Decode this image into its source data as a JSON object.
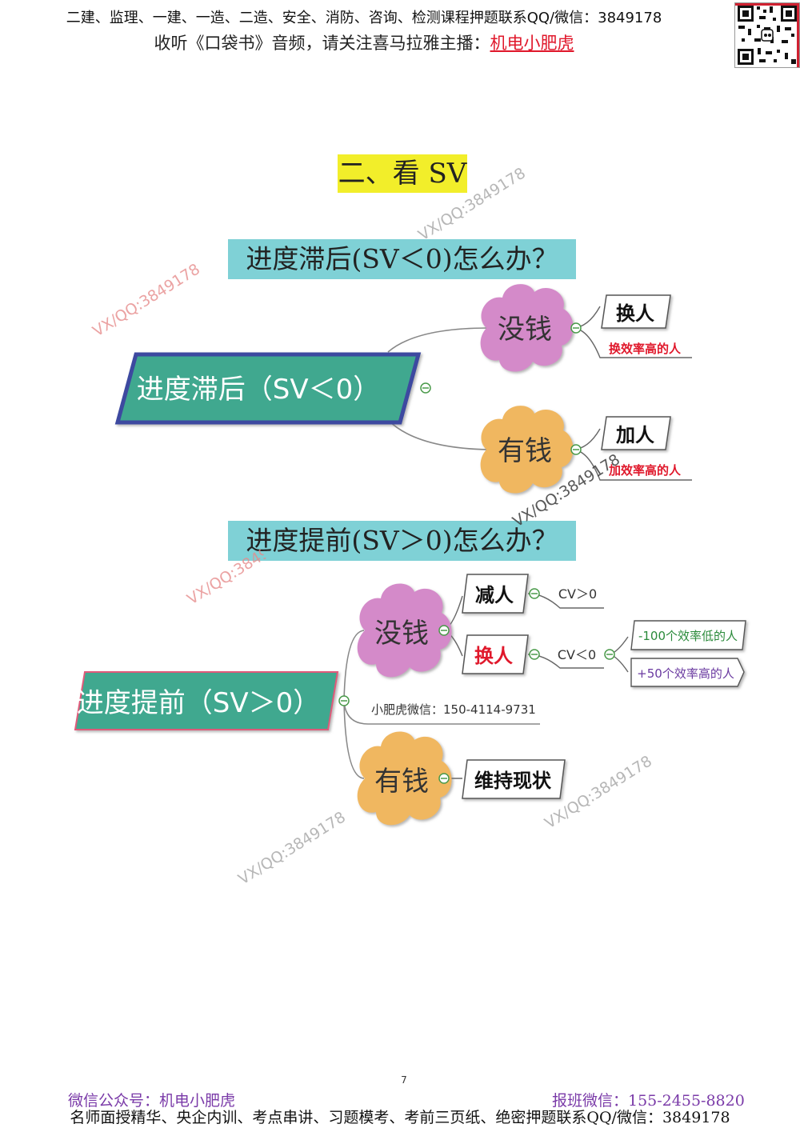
{
  "header": {
    "line1": "二建、监理、一建、一造、二造、安全、消防、咨询、检测课程押题联系QQ/微信：3849178",
    "line2_prefix": "收听《口袋书》音频，请关注喜马拉雅主播：",
    "line2_link": "机电小肥虎"
  },
  "section_title": "二、看 SV",
  "question1": "进度滞后(SV＜0)怎么办？",
  "question2": "进度提前(SV＞0)怎么办？",
  "map1": {
    "root": "进度滞后（SV＜0）",
    "no_money": "没钱",
    "has_money": "有钱",
    "swap": "换人",
    "swap_note": "换效率高的人",
    "add": "加人",
    "add_note": "加效率高的人"
  },
  "map2": {
    "root": "进度提前（SV＞0）",
    "no_money": "没钱",
    "has_money": "有钱",
    "reduce": "减人",
    "reduce_note": "CV＞0",
    "swap": "换人",
    "swap_note": "CV＜0",
    "minus": "-100个效率低的人",
    "plus": "+50个效率高的人",
    "wechat": "小肥虎微信：150-4114-9731",
    "keep": "维持现状"
  },
  "watermark": "VX/QQ:3849178",
  "page_number": "7",
  "footer": {
    "left": "微信公众号：机电小肥虎",
    "right": "报班微信：155-2455-8820",
    "bottom": "名师面授精华、央企内训、考点串讲、习题模考、考前三页纸、绝密押题联系QQ/微信：3849178"
  },
  "colors": {
    "root_fill": "#40a88f",
    "root_border": "#3d4aa0",
    "root2_border": "#e05a7a",
    "pink_node": "#d48ac9",
    "orange_node": "#f0b760",
    "question_bg": "#7fd1d6",
    "title_bg": "#f2ee2a",
    "red_note": "#e0182b",
    "purple_note": "#6a3aa0",
    "green_note": "#2a8a3a"
  }
}
